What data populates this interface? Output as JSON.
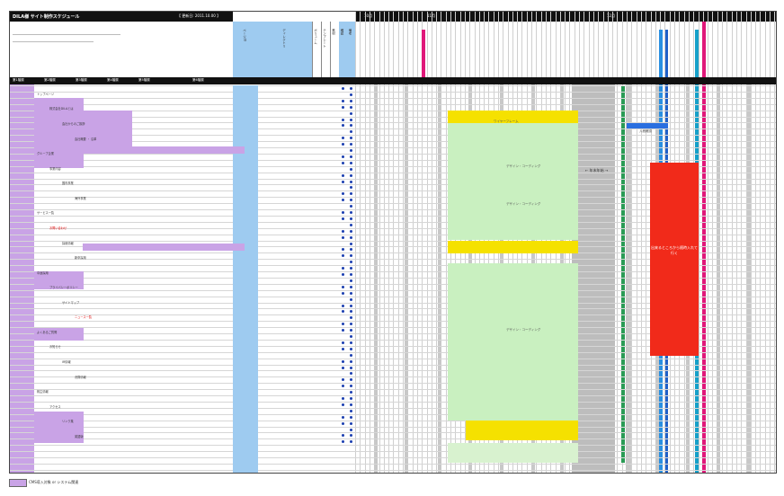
{
  "header": {
    "title": "DILA様 サイト制作スケジュール",
    "updated": "【 更新日: 2011.10.00 】"
  },
  "levels": [
    "第1階層",
    "第2階層",
    "第3階層",
    "第4階層",
    "第5階層",
    "第6階層"
  ],
  "columns": [
    "ページID",
    "ディレクトリ",
    "ボリューム",
    "テンプレート",
    "素材",
    "確認",
    "備考"
  ],
  "months": [
    "10月",
    "11月",
    "12月"
  ],
  "bar_labels": {
    "design1": "ワイヤーフレーム",
    "design2": "デザイン・コーディング",
    "design3": "デザイン・コーディング",
    "design4": "デザイン・コーディング",
    "arrow": "← 年末年始 →",
    "small_blue": "入稿確認",
    "big_red": "出来るところから随時入れて行く"
  },
  "tasks": [
    {
      "text": "トップページ",
      "red": false
    },
    {
      "text": "株式会社DILAとは",
      "red": false
    },
    {
      "text": "会社からのご挨拶",
      "red": false
    },
    {
      "text": "会社概要 ・ 沿革",
      "red": false
    },
    {
      "text": "グループ企業",
      "red": false
    },
    {
      "text": "事業内容",
      "red": false
    },
    {
      "text": "国内事業",
      "red": false
    },
    {
      "text": "海外事業",
      "red": false
    },
    {
      "text": "サービス一覧",
      "red": false
    },
    {
      "text": "お問い合わせ",
      "red": true
    },
    {
      "text": "採用情報",
      "red": false
    },
    {
      "text": "新卒採用",
      "red": false
    },
    {
      "text": "中途採用",
      "red": false
    },
    {
      "text": "プライバシーポリシー",
      "red": false
    },
    {
      "text": "サイトマップ",
      "red": false
    },
    {
      "text": "ニュース一覧",
      "red": true
    },
    {
      "text": "よくあるご質問",
      "red": false
    },
    {
      "text": "お知らせ",
      "red": false
    },
    {
      "text": "IR情報",
      "red": false
    },
    {
      "text": "決算情報",
      "red": false
    },
    {
      "text": "株主情報",
      "red": false
    },
    {
      "text": "アクセス",
      "red": false
    },
    {
      "text": "リンク集",
      "red": false
    },
    {
      "text": "英語版",
      "red": false
    }
  ],
  "legend": "CMS導入対象 or システム関連"
}
